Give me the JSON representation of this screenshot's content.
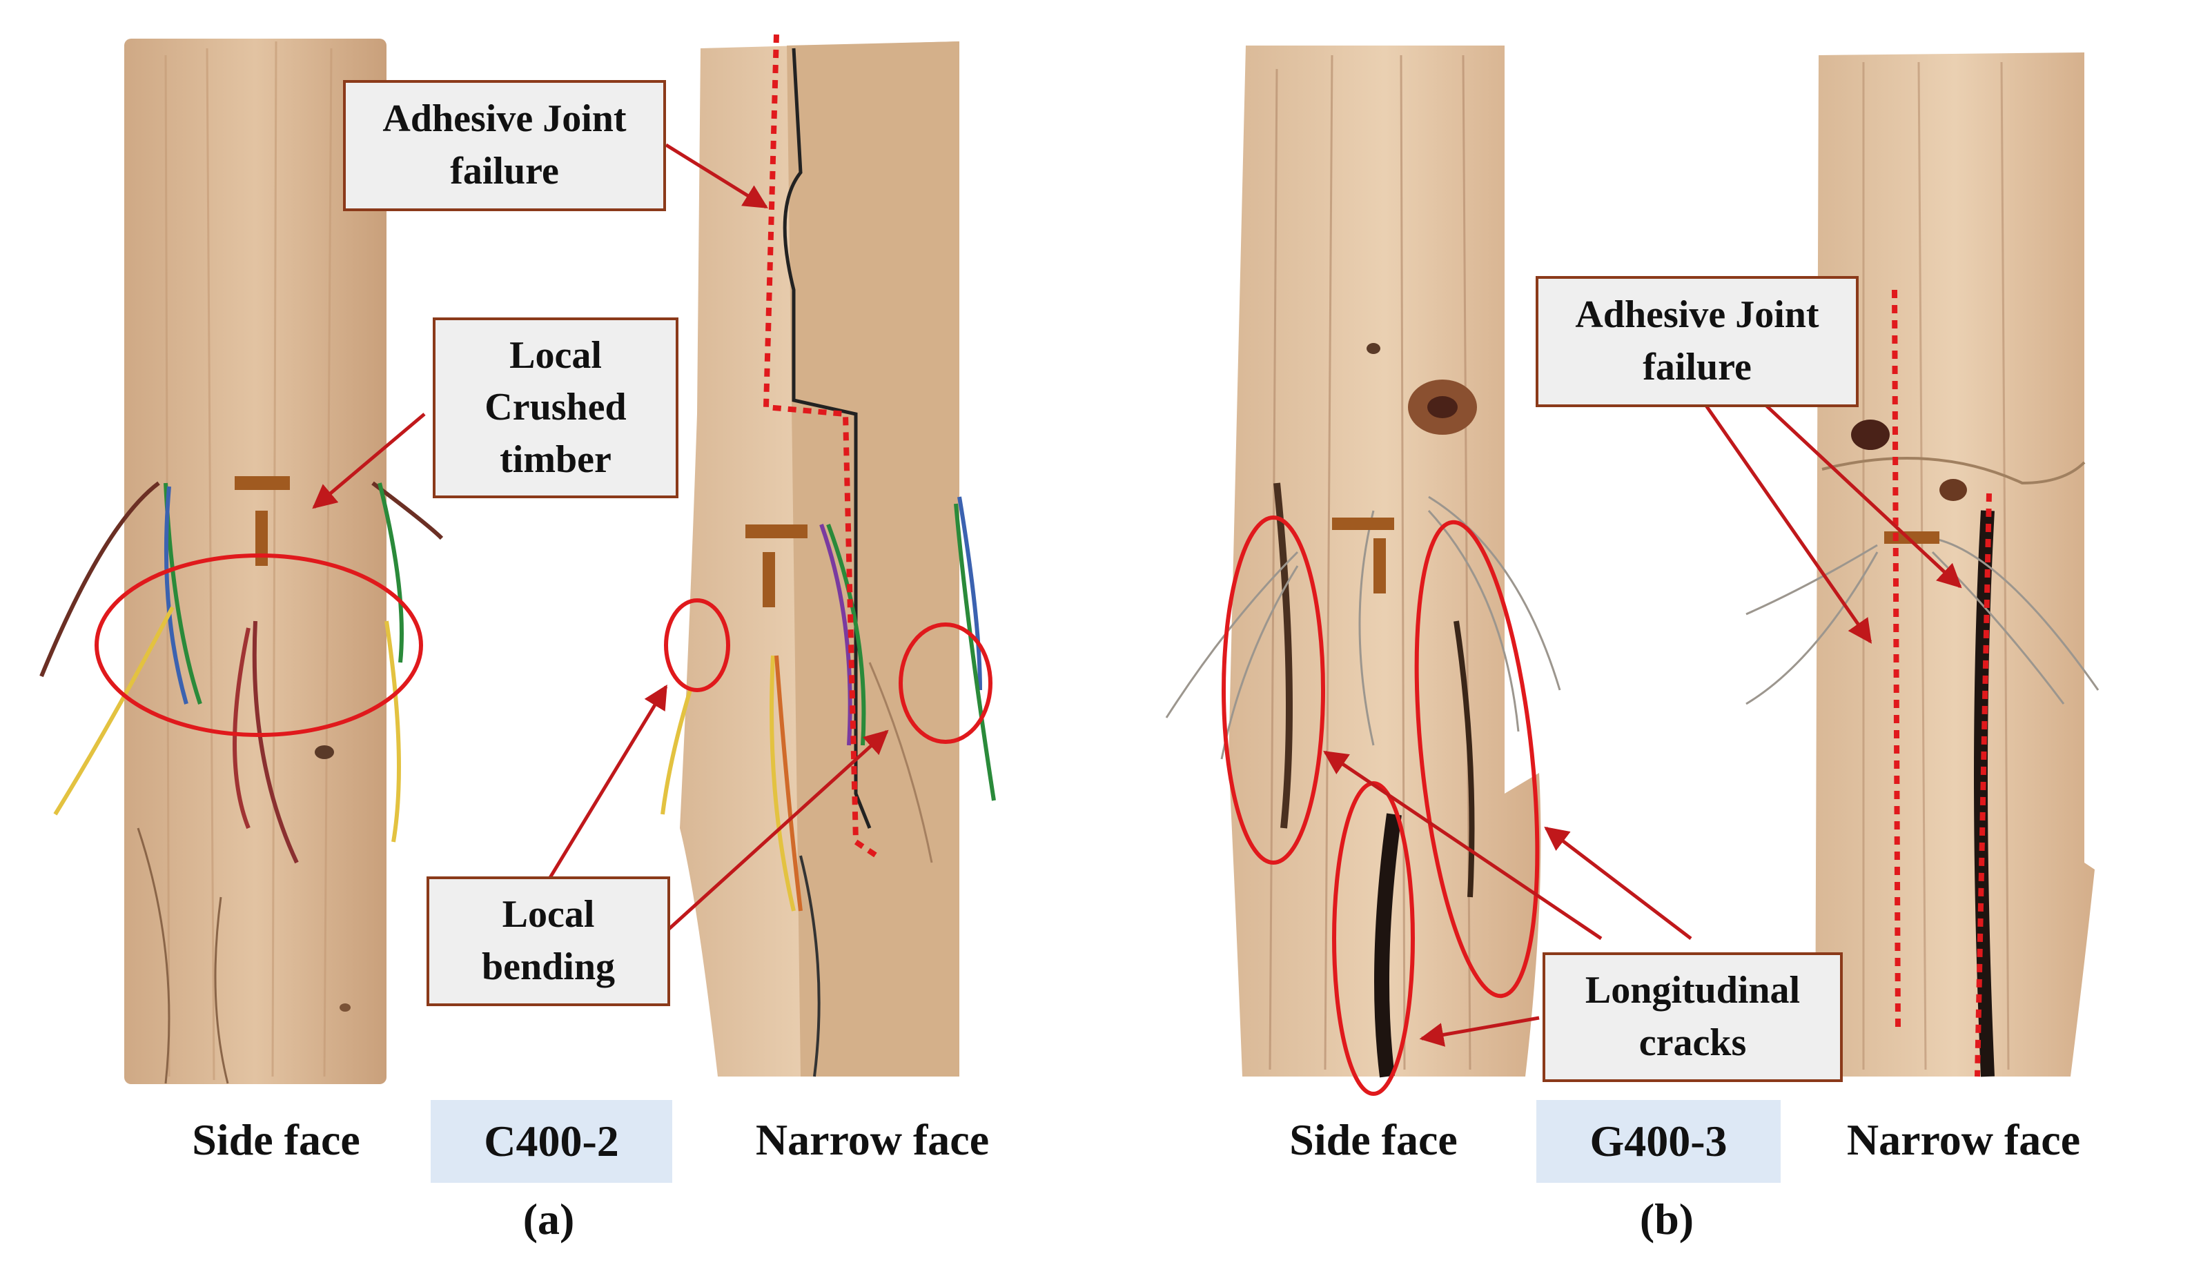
{
  "panels": [
    {
      "panel_label": "(a)",
      "specimen": "C400-2",
      "faces": [
        "Side face",
        "Narrow face"
      ],
      "callouts": {
        "adhesive": "Adhesive Joint\nfailure",
        "crushed": "Local\nCrushed\ntimber",
        "bending": "Local\nbending"
      }
    },
    {
      "panel_label": "(b)",
      "specimen": "G400-3",
      "faces": [
        "Side face",
        "Narrow face"
      ],
      "callouts": {
        "adhesive": "Adhesive Joint\nfailure",
        "cracks": "Longitudinal\ncracks"
      }
    }
  ],
  "colors": {
    "timber": "#d8b594",
    "timber_light": "#e6c8a8",
    "timber_dark": "#c9a27e",
    "annotation_red": "#e0191c",
    "callout_border": "#8b3a1a",
    "callout_fill": "#efefef",
    "specimen_box_fill": "#dde8f5"
  }
}
